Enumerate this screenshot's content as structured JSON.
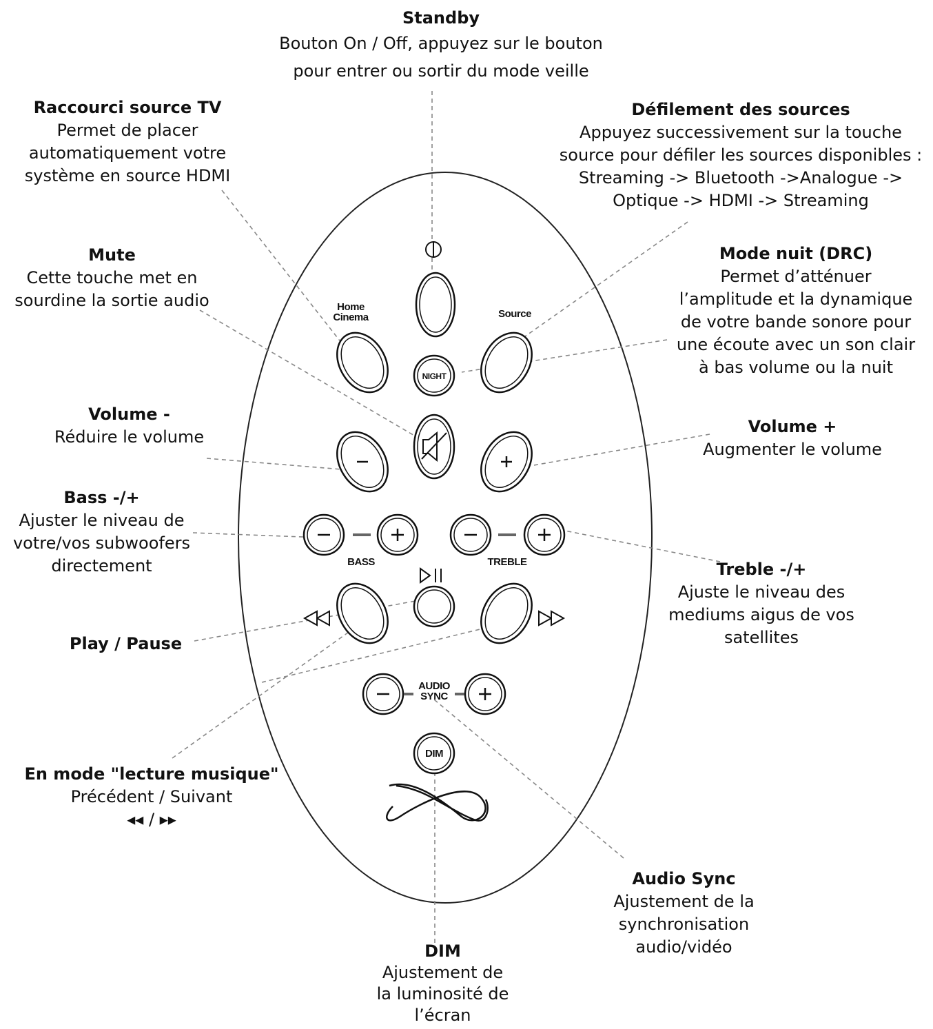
{
  "callouts": {
    "standby": {
      "title": "Standby",
      "desc": "Bouton On / Off, appuyez sur le bouton\npour entrer ou sortir du mode veille"
    },
    "tv_source": {
      "title": "Raccourci source TV",
      "desc": "Permet de placer\nautomatiquement votre\nsystème en source HDMI"
    },
    "source_scroll": {
      "title": "Défilement des sources",
      "desc": "Appuyez successivement sur la touche\nsource pour défiler les sources disponibles :\nStreaming -> Bluetooth ->Analogue ->\nOptique -> HDMI -> Streaming"
    },
    "mute": {
      "title": "Mute",
      "desc": "Cette touche met en\nsourdine la sortie audio"
    },
    "night_mode": {
      "title": "Mode nuit (DRC)",
      "desc": "Permet d’atténuer\nl’amplitude et la dynamique\nde votre bande sonore pour\nune écoute avec un son clair\nà bas volume ou la nuit"
    },
    "volume_minus": {
      "title": "Volume -",
      "desc": "Réduire le volume"
    },
    "volume_plus": {
      "title": "Volume +",
      "desc": "Augmenter le volume"
    },
    "bass": {
      "title": "Bass -/+",
      "desc": "Ajuster le niveau de\nvotre/vos subwoofers\ndirectement"
    },
    "treble": {
      "title": "Treble -/+",
      "desc": "Ajuste le niveau des\nmediums aigus de vos\nsatellites"
    },
    "play_pause": {
      "title": "Play / Pause",
      "desc": ""
    },
    "music_mode": {
      "title": "En mode \"lecture musique\"",
      "desc": "Précédent / Suivant\n◂◂ / ▸▸"
    },
    "audio_sync": {
      "title": "Audio Sync",
      "desc": "Ajustement de la\nsynchronisation\naudio/vidéo"
    },
    "dim": {
      "title": "DIM",
      "desc": "Ajustement de\nla luminosité de\nl’écran"
    }
  },
  "remote": {
    "home_cinema_label": "Home\nCinema",
    "source_label": "Source",
    "night_label": "NIGHT",
    "bass_label": "BASS",
    "treble_label": "TREBLE",
    "audio_sync_label": "AUDIO\nSYNC",
    "dim_label": "DIM"
  }
}
